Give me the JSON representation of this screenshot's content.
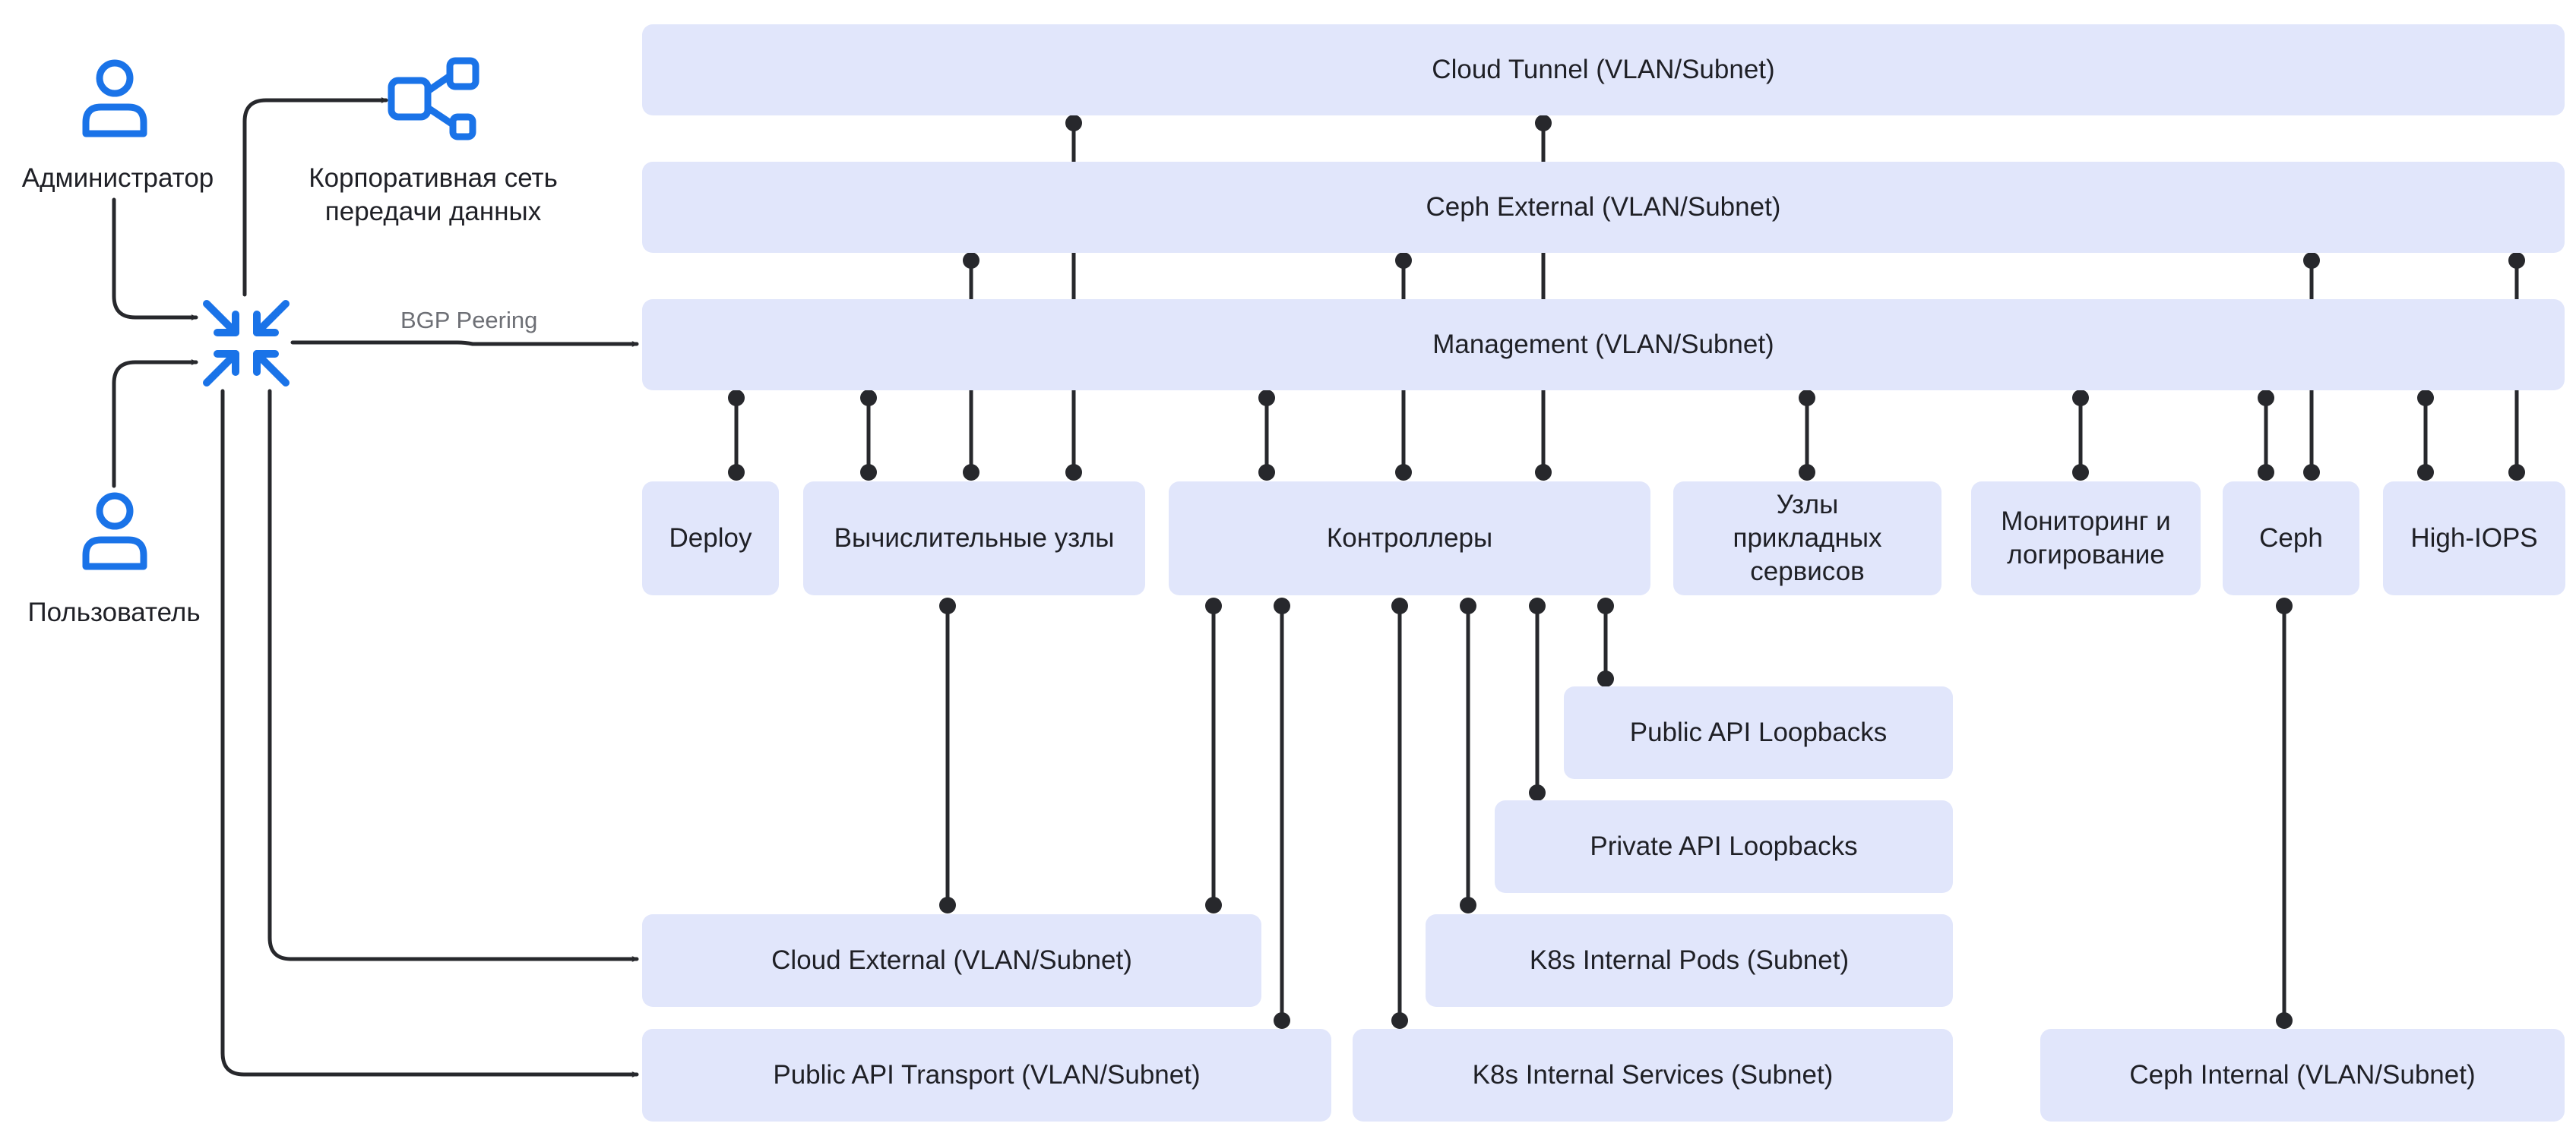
{
  "networks": {
    "cloud_tunnel": "Cloud Tunnel (VLAN/Subnet)",
    "ceph_external": "Ceph External (VLAN/Subnet)",
    "management": "Management (VLAN/Subnet)",
    "cloud_external": "Cloud External (VLAN/Subnet)",
    "public_api_transport": "Public API Transport (VLAN/Subnet)",
    "k8s_internal_pods": "K8s Internal Pods (Subnet)",
    "k8s_internal_services": "K8s Internal Services (Subnet)",
    "public_api_loopbacks": "Public API Loopbacks",
    "private_api_loopbacks": "Private API Loopbacks",
    "ceph_internal": "Ceph Internal (VLAN/Subnet)"
  },
  "nodes": {
    "deploy": "Deploy",
    "compute": "Вычислительные узлы",
    "controllers": "Контроллеры",
    "app_services": "Узлы прикладных сервисов",
    "monitoring": "Мониторинг и логирование",
    "ceph": "Ceph",
    "high_iops": "High-IOPS"
  },
  "actors": {
    "admin": "Администратор",
    "user": "Пользователь",
    "corp_net": "Корпоративная сеть передачи данных"
  },
  "edge_labels": {
    "bgp": "BGP Peering"
  },
  "icons": {
    "admin": "person-icon",
    "user": "person-icon",
    "router": "router-arrows-icon",
    "corp_net": "network-nodes-icon"
  },
  "colors": {
    "box_fill": "#e1e6fb",
    "accent": "#1a73e8",
    "line": "#27282c"
  }
}
